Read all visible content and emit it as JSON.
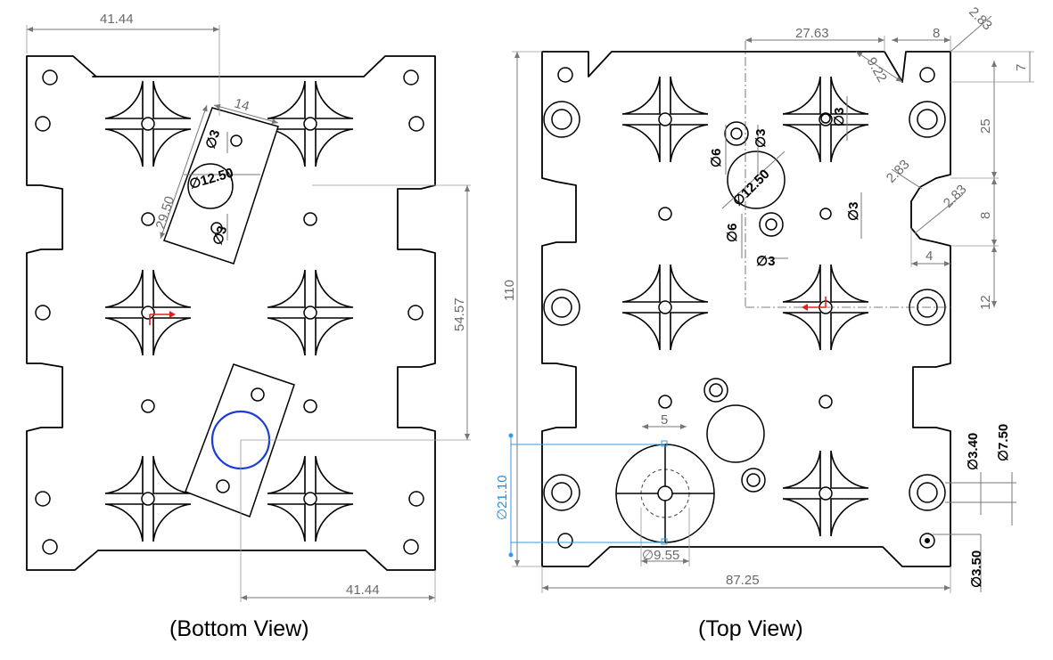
{
  "captions": {
    "bottom": "(Bottom View)",
    "top": "(Top View)"
  },
  "bottom_view": {
    "dims": {
      "top_width": "41.44",
      "slot_length": "14",
      "slot_diam_upper_a": "∅3",
      "slot_diam_upper_b": "∅3",
      "bore": "∅12.50",
      "slot_width": "29.50",
      "height_right": "54.57",
      "bottom_width": "41.44"
    }
  },
  "top_view": {
    "dims": {
      "width_top": "27.63",
      "notch_w": "8",
      "chamfer_top": "2.83",
      "chamfer_diag": "9.22",
      "right_7": "7",
      "right_25": "25",
      "chamfer_side_a": "2.83",
      "chamfer_side_b": "2.83",
      "right_8": "8",
      "right_4": "4",
      "right_12": "12",
      "hole_small": "∅3",
      "hole_boss": "∅6",
      "bore": "∅12.50",
      "hole_slot": "∅3",
      "boss_lower": "∅6",
      "horiz_3": "∅3",
      "overall_height": "110",
      "overall_width": "87.25",
      "dim_5": "5",
      "blue_dia": "∅21.10",
      "dia_955": "∅9.55",
      "cb_340": "∅3.40",
      "cb_750": "∅7.50",
      "dia_350": "∅3.50"
    }
  }
}
